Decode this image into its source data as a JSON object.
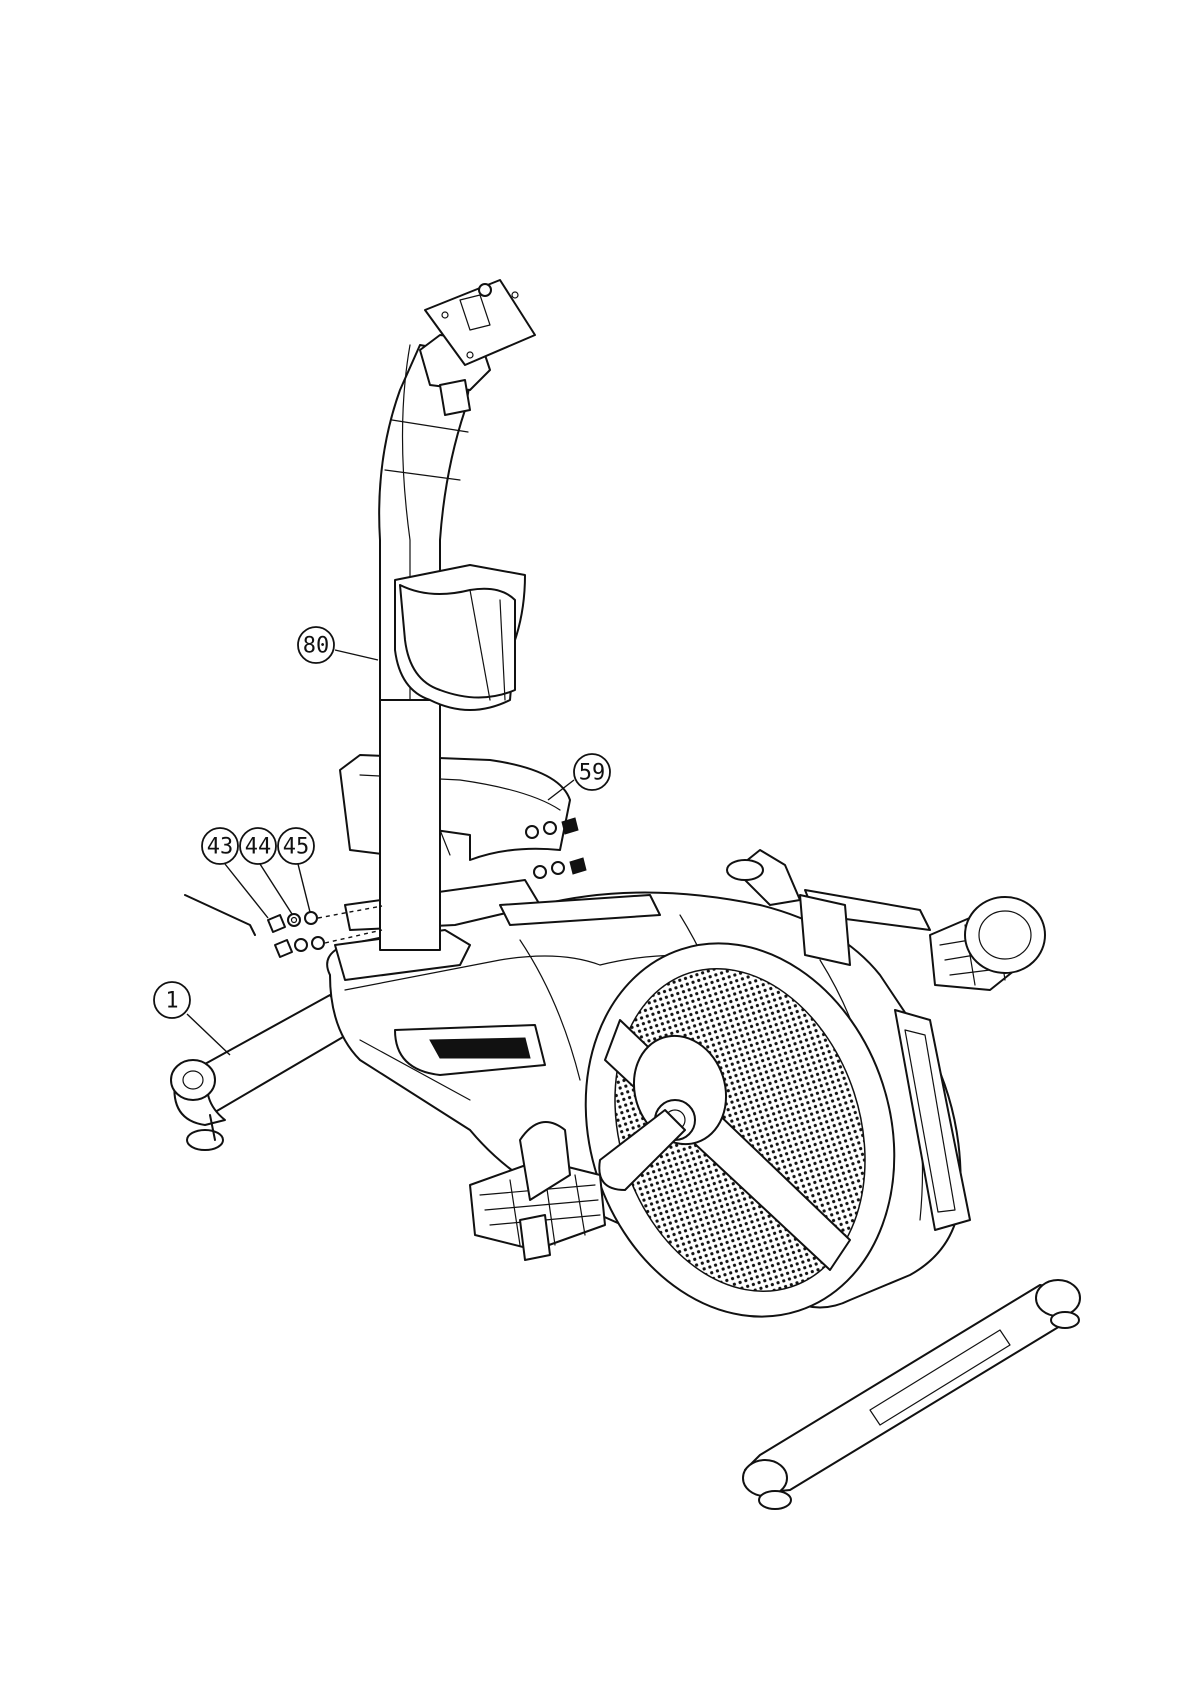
{
  "callouts": [
    {
      "id": "part-80",
      "label": "80"
    },
    {
      "id": "part-59",
      "label": "59"
    },
    {
      "id": "part-43",
      "label": "43"
    },
    {
      "id": "part-44",
      "label": "44"
    },
    {
      "id": "part-45",
      "label": "45"
    },
    {
      "id": "part-1",
      "label": "1"
    }
  ],
  "colors": {
    "ink": "#111111",
    "paper": "#ffffff"
  }
}
